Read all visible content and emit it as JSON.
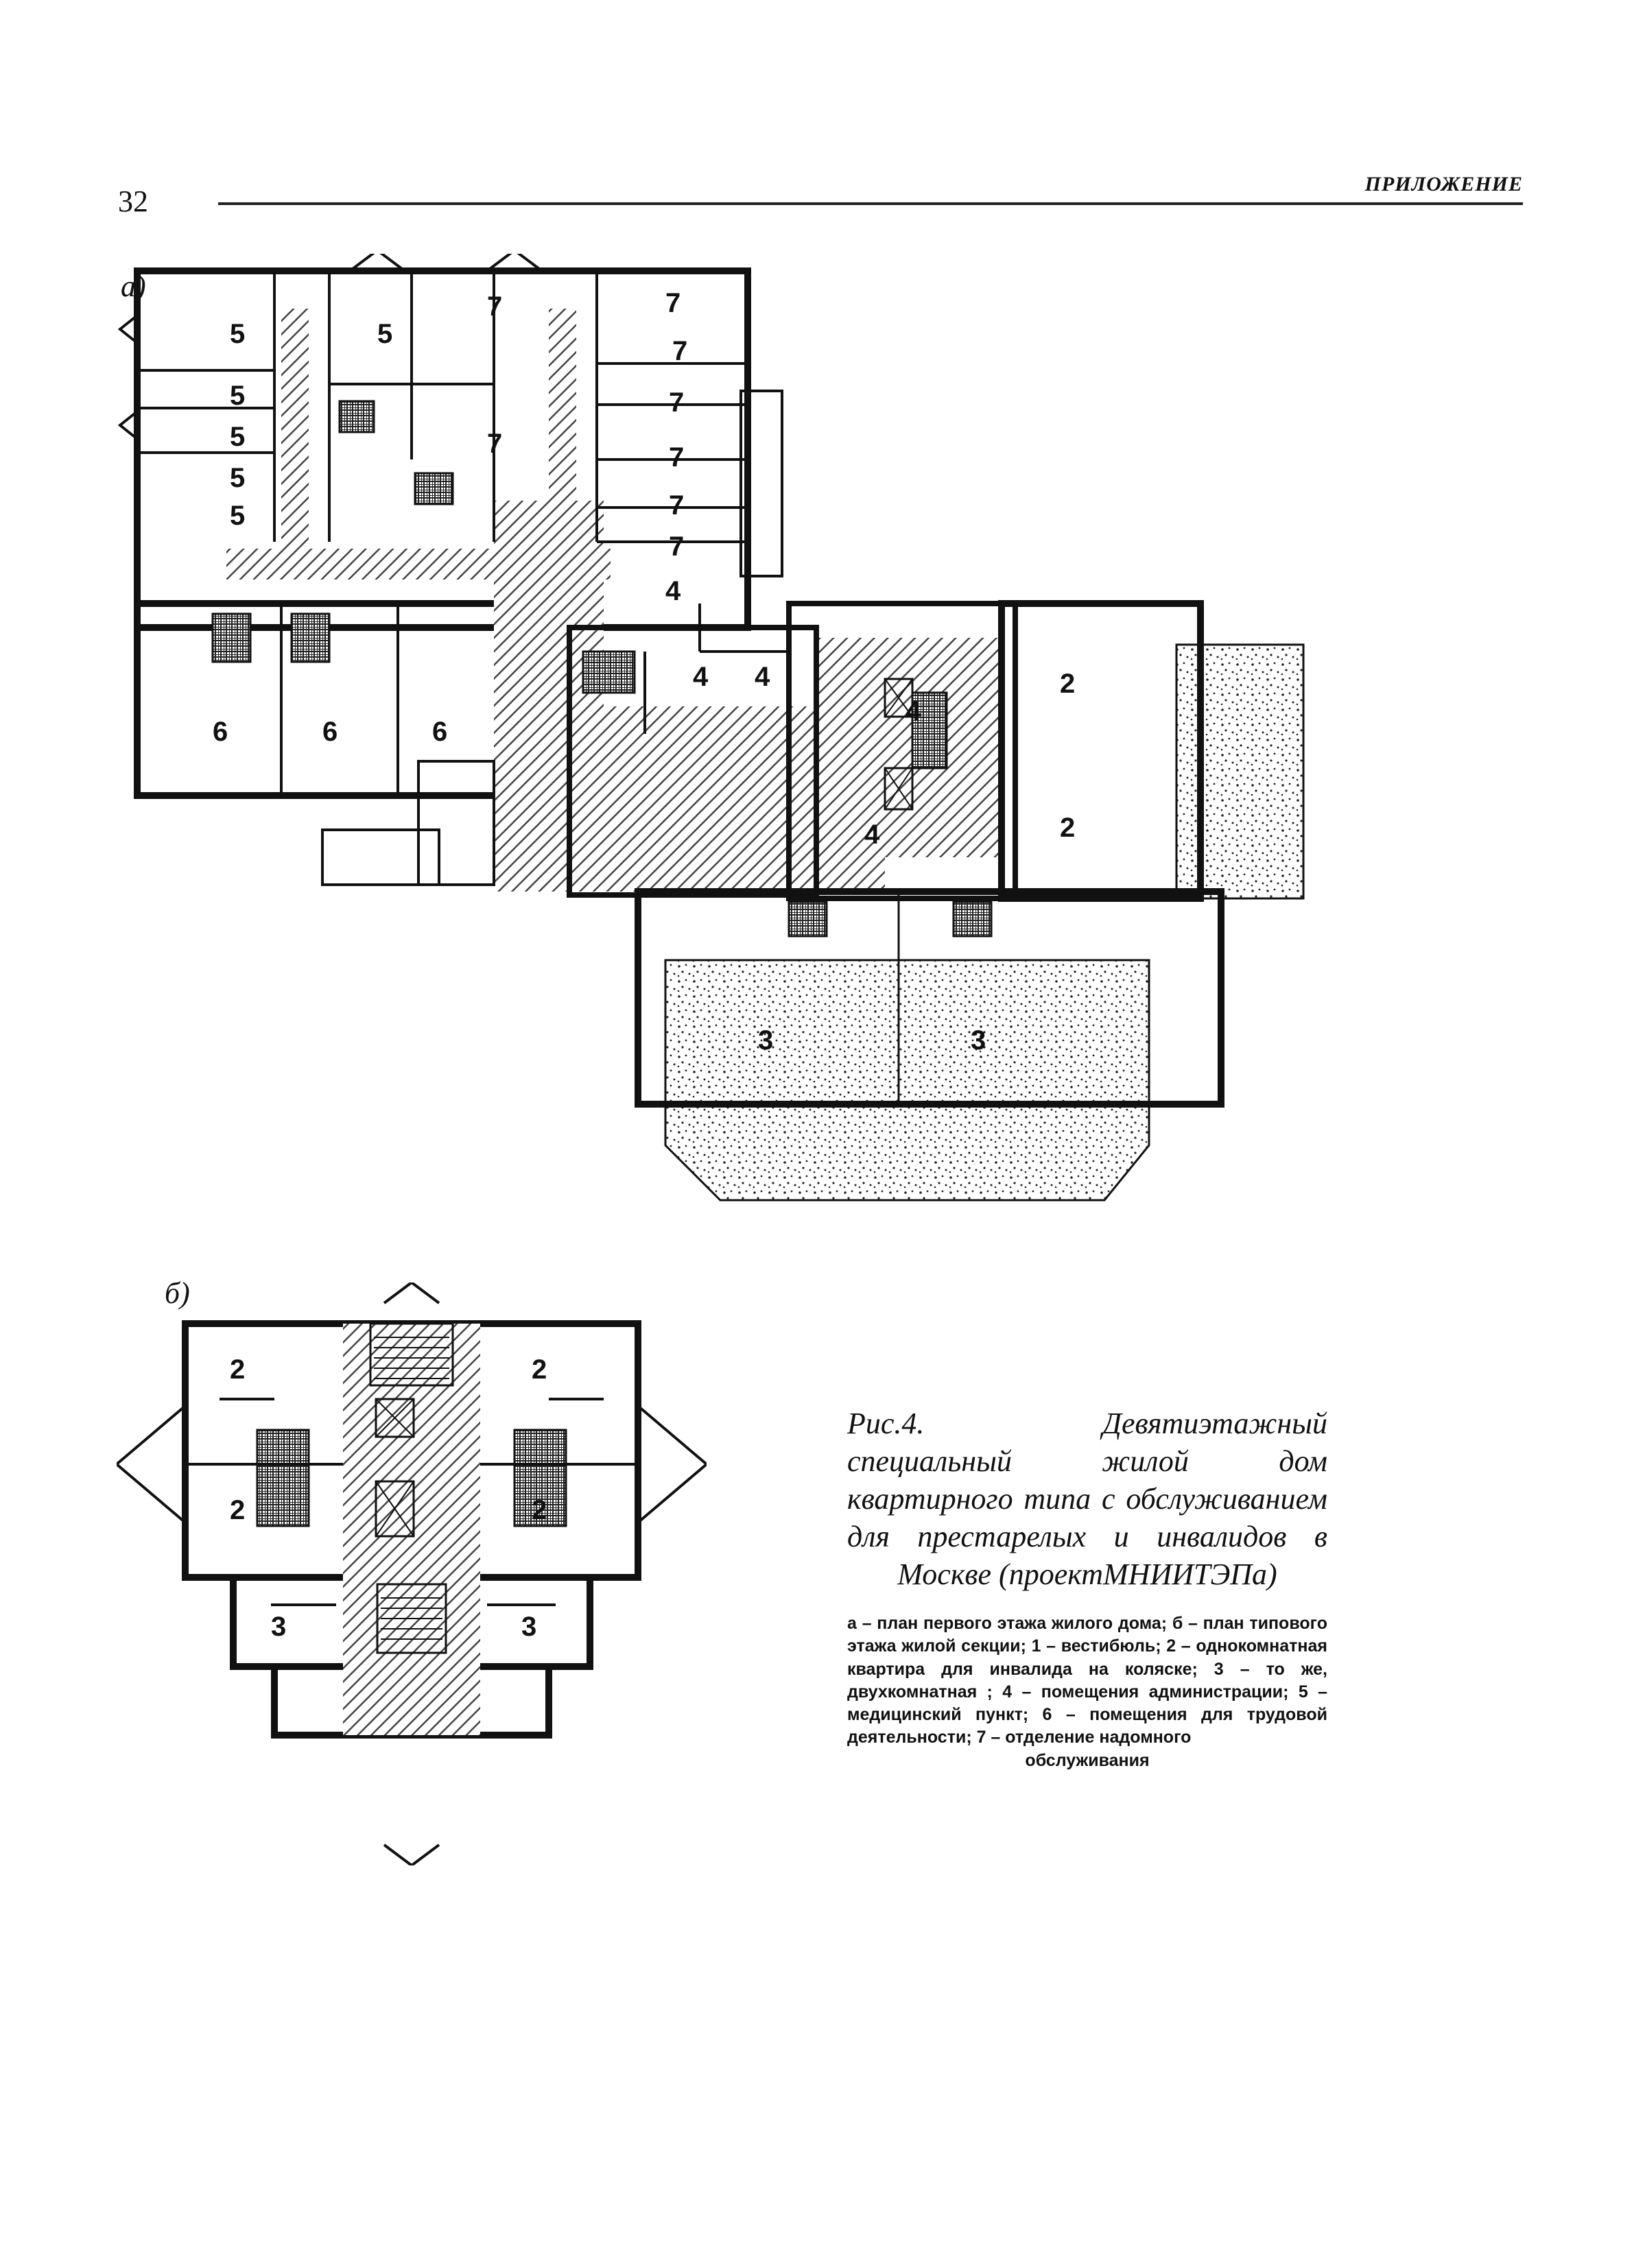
{
  "header": {
    "page_number": "32",
    "section_title": "ПРИЛОЖЕНИЕ"
  },
  "figure": {
    "plan_a_label": "а)",
    "plan_b_label": "б)",
    "plan_a_room_numbers": [
      "5",
      "5",
      "7",
      "7",
      "7",
      "5",
      "7",
      "5",
      "5",
      "7",
      "7",
      "5",
      "7",
      "7",
      "4",
      "4",
      "4",
      "6",
      "6",
      "6",
      "2",
      "2",
      "4",
      "4",
      "3",
      "3"
    ],
    "plan_b_room_numbers": [
      "2",
      "2",
      "2",
      "2",
      "3",
      "3"
    ],
    "caption": {
      "title": "Рис.4. Девятиэтажный специальный жилой дом квартирного типа с обслуживанием для престарелых и инвалидов в Москве (проектМНИИТЭПа)",
      "legend": "а – план первого этажа жилого дома; б – план типового этажа жилой секции; 1 – вестибюль; 2 – однокомнатная квартира для инвалида на коляске; 3 – то же, двухкомнатная ; 4 – помещения администрации; 5 – медицинский пункт; 6 – помещения для трудовой деятельности; 7 – отделение надомного",
      "legend_end": "обслуживания"
    }
  },
  "colors": {
    "ink": "#111111",
    "paper": "#ffffff",
    "hatch": "#555555"
  }
}
